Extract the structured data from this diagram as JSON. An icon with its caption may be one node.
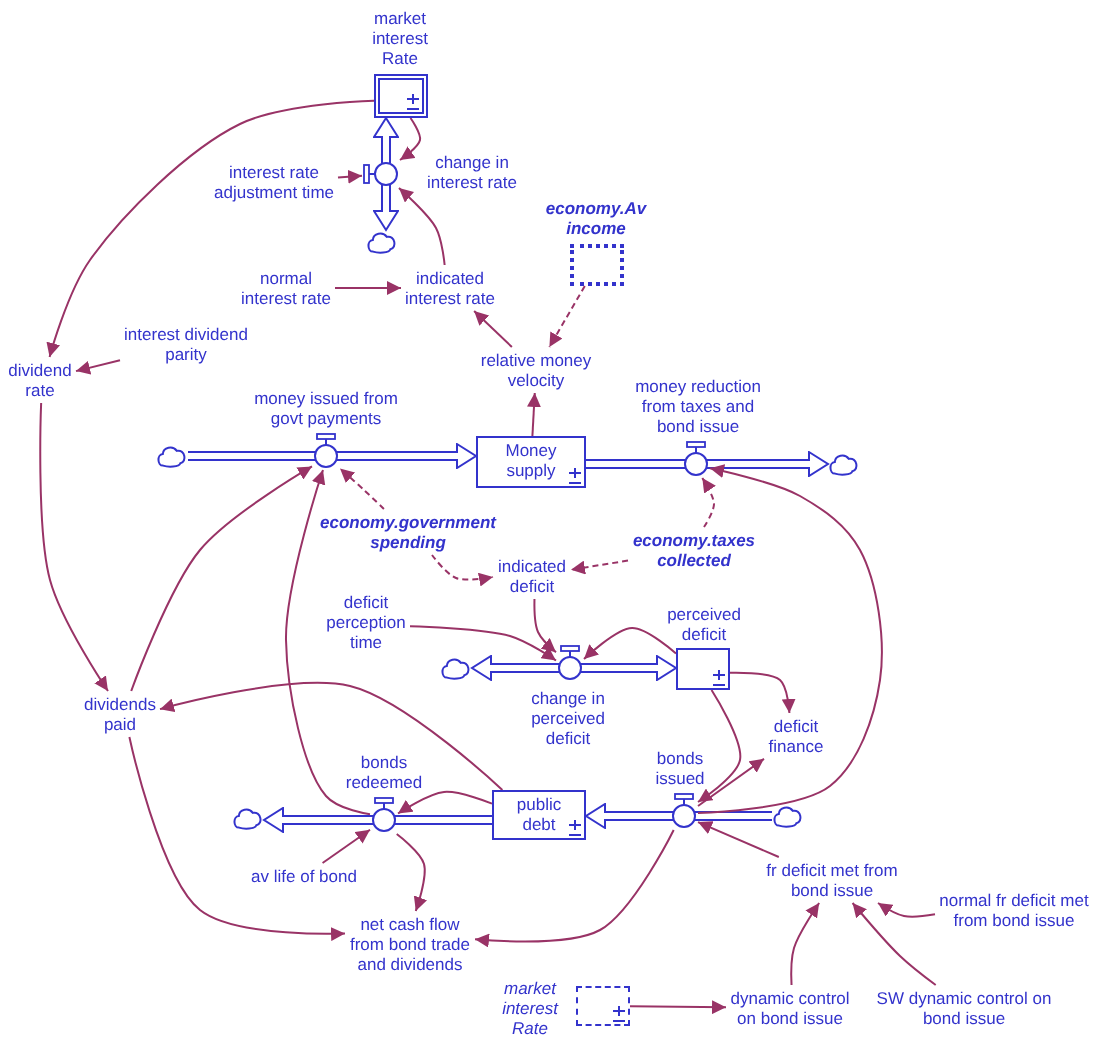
{
  "diagram": {
    "nodes": [
      {
        "text": [
          "market interest Rate"
        ]
      },
      {
        "text": [
          "change in interest rate"
        ]
      },
      {
        "text": [],
        "shape": "cloud"
      },
      {
        "text": [
          "interest rate adjustment time"
        ]
      },
      {
        "text": [
          "economy.Av income"
        ]
      },
      {
        "text": [
          "normal interest rate"
        ]
      },
      {
        "text": [
          "indicated interest rate"
        ]
      },
      {
        "text": [
          "interest dividend parity"
        ]
      },
      {
        "text": [
          "dividend rate"
        ]
      },
      {
        "text": [
          "relative money velocity"
        ]
      },
      {
        "text": [
          "money issued from govt payments"
        ]
      },
      {
        "text": [
          "money reduction from taxes and bond issue"
        ]
      },
      {
        "text": [],
        "shape": "cloud"
      },
      {
        "text": [
          "Money supply"
        ]
      },
      {
        "text": [],
        "shape": "cloud"
      },
      {
        "text": [
          "economy.government spending"
        ]
      },
      {
        "text": [
          "economy.taxes collected"
        ]
      },
      {
        "text": [
          "indicated deficit"
        ]
      },
      {
        "text": [
          "deficit perception time"
        ]
      },
      {
        "text": [
          "perceived deficit"
        ]
      },
      {
        "text": [],
        "shape": "cloud"
      },
      {
        "text": [
          "change in perceived deficit"
        ]
      },
      {
        "text": [
          "dividends paid"
        ]
      },
      {
        "text": [
          "deficit finance"
        ]
      },
      {
        "text": [
          "bonds redeemed"
        ]
      },
      {
        "text": [
          "bonds issued"
        ]
      },
      {
        "text": [],
        "shape": "cloud"
      },
      {
        "text": [
          "public debt"
        ]
      },
      {
        "text": [],
        "shape": "cloud"
      },
      {
        "text": [
          "av life of bond"
        ]
      },
      {
        "text": [
          "fr deficit met from bond issue"
        ]
      },
      {
        "text": [
          "normal fr deficit met from bond issue"
        ]
      },
      {
        "text": [
          "net cash flow from bond trade and dividends"
        ]
      },
      {
        "text": [
          "market interest Rate"
        ]
      },
      {
        "text": [
          "dynamic control on bond issue"
        ]
      },
      {
        "text": [
          "SW dynamic control on bond issue"
        ]
      }
    ],
    "edges": [
      {
        "from": 1,
        "to": 0,
        "arrow": "to",
        "style": "thick",
        "color": "#3333cc"
      },
      {
        "from": 1,
        "to": 2,
        "arrow": "to",
        "style": "thick",
        "color": "#3333cc"
      },
      {
        "from": 12,
        "to": 10,
        "arrow": "none",
        "style": "thick",
        "color": "#3333cc"
      },
      {
        "from": 10,
        "to": 13,
        "arrow": "to",
        "style": "thick",
        "color": "#3333cc"
      },
      {
        "from": 13,
        "to": 11,
        "arrow": "none",
        "style": "thick",
        "color": "#3333cc"
      },
      {
        "from": 11,
        "to": 14,
        "arrow": "to",
        "style": "thick",
        "color": "#3333cc"
      },
      {
        "from": 21,
        "to": 20,
        "arrow": "to",
        "style": "thick",
        "color": "#3333cc"
      },
      {
        "from": 21,
        "to": 19,
        "arrow": "to",
        "style": "thick",
        "color": "#3333cc"
      },
      {
        "from": 27,
        "to": 24,
        "arrow": "none",
        "style": "thick",
        "color": "#3333cc"
      },
      {
        "from": 24,
        "to": 26,
        "arrow": "to",
        "style": "thick",
        "color": "#3333cc"
      },
      {
        "from": 28,
        "to": 25,
        "arrow": "none",
        "style": "thick",
        "color": "#3333cc"
      },
      {
        "from": 25,
        "to": 27,
        "arrow": "to",
        "style": "thick",
        "color": "#3333cc"
      },
      {
        "from": 0,
        "to": 8,
        "arrow": "to"
      },
      {
        "from": 0,
        "to": 1,
        "arrow": "to"
      },
      {
        "from": 3,
        "to": 1,
        "arrow": "to"
      },
      {
        "from": 6,
        "to": 1,
        "arrow": "to"
      },
      {
        "from": 5,
        "to": 6,
        "arrow": "to"
      },
      {
        "from": 9,
        "to": 6,
        "arrow": "to"
      },
      {
        "from": 4,
        "to": 9,
        "arrow": "to",
        "style": "dashed"
      },
      {
        "from": 13,
        "to": 9,
        "arrow": "to"
      },
      {
        "from": 7,
        "to": 8,
        "arrow": "to"
      },
      {
        "from": 8,
        "to": 22,
        "arrow": "to"
      },
      {
        "from": 22,
        "to": 10,
        "arrow": "to"
      },
      {
        "from": 24,
        "to": 10,
        "arrow": "to"
      },
      {
        "from": 15,
        "to": 10,
        "arrow": "to",
        "style": "dashed"
      },
      {
        "from": 15,
        "to": 17,
        "arrow": "to",
        "style": "dashed"
      },
      {
        "from": 16,
        "to": 11,
        "arrow": "to",
        "style": "dashed"
      },
      {
        "from": 16,
        "to": 17,
        "arrow": "to",
        "style": "dashed"
      },
      {
        "from": 17,
        "to": 21,
        "arrow": "to"
      },
      {
        "from": 18,
        "to": 21,
        "arrow": "to"
      },
      {
        "from": 19,
        "to": 21,
        "arrow": "to"
      },
      {
        "from": 19,
        "to": 23,
        "arrow": "to"
      },
      {
        "from": 19,
        "to": 25,
        "arrow": "to"
      },
      {
        "from": 25,
        "to": 23,
        "arrow": "to"
      },
      {
        "from": 25,
        "to": 11,
        "arrow": "to"
      },
      {
        "from": 30,
        "to": 25,
        "arrow": "to"
      },
      {
        "from": 31,
        "to": 30,
        "arrow": "to"
      },
      {
        "from": 34,
        "to": 30,
        "arrow": "to"
      },
      {
        "from": 35,
        "to": 30,
        "arrow": "to"
      },
      {
        "from": 33,
        "to": 34,
        "arrow": "to"
      },
      {
        "from": 27,
        "to": 24,
        "arrow": "to"
      },
      {
        "from": 27,
        "to": 22,
        "arrow": "to"
      },
      {
        "from": 29,
        "to": 24,
        "arrow": "to"
      },
      {
        "from": 24,
        "to": 32,
        "arrow": "to"
      },
      {
        "from": 22,
        "to": 32,
        "arrow": "to"
      },
      {
        "from": 25,
        "to": 32,
        "arrow": "to"
      }
    ]
  }
}
